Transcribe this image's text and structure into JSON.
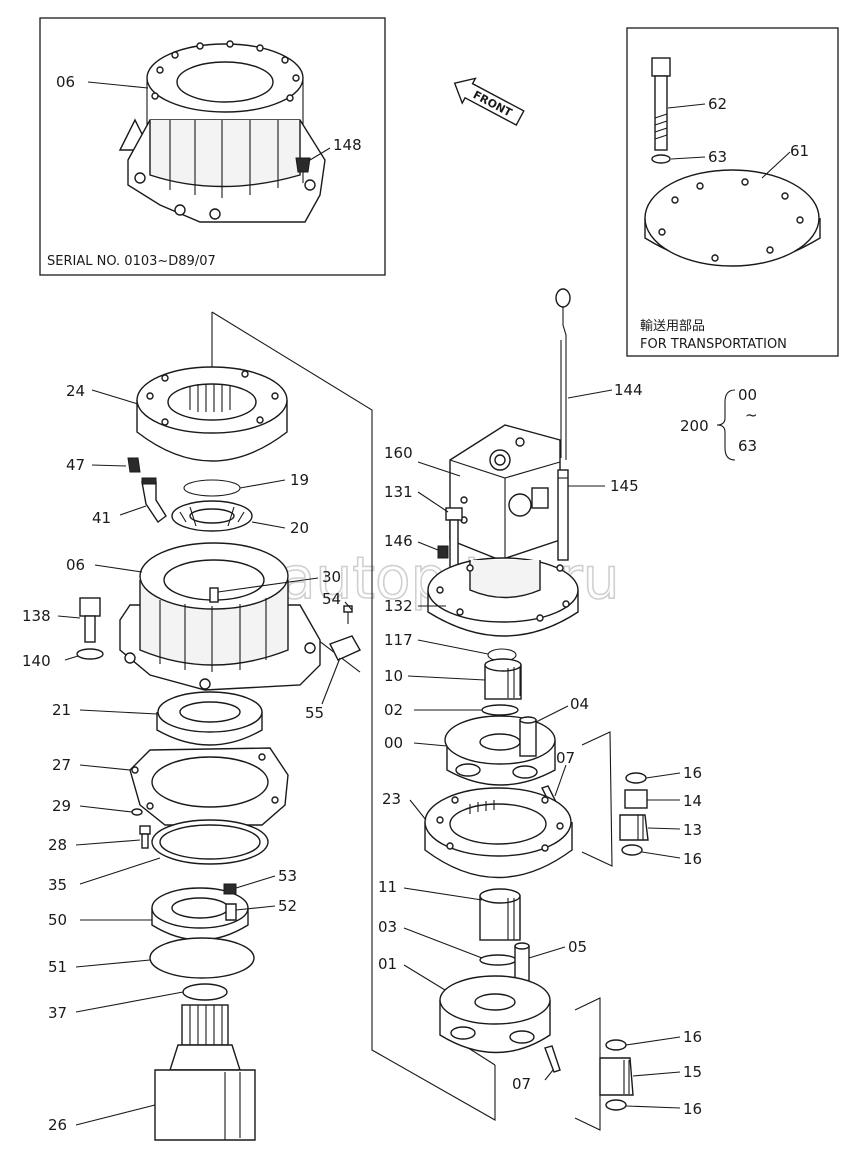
{
  "inset_top_left": {
    "part": "06",
    "detail": "148",
    "serial_caption": "SERIAL NO. 0103~D89/07"
  },
  "inset_top_right": {
    "parts": [
      "62",
      "63",
      "61"
    ],
    "caption_jp": "輸送用部品",
    "caption_en": "FOR TRANSPORTATION"
  },
  "front_arrow": "FRONT",
  "assembly_ref": {
    "number": "200",
    "range_start": "00",
    "range_sep": "~",
    "range_end": "63"
  },
  "watermark": "autopiter.ru",
  "left_labels": {
    "p24": "24",
    "p47": "47",
    "p41": "41",
    "p19": "19",
    "p20": "20",
    "p06": "06",
    "p30": "30",
    "p54": "54",
    "p138": "138",
    "p140": "140",
    "p55": "55",
    "p21": "21",
    "p27": "27",
    "p29": "29",
    "p28": "28",
    "p35": "35",
    "p53": "53",
    "p50": "50",
    "p52": "52",
    "p51": "51",
    "p37": "37",
    "p26": "26"
  },
  "right_labels": {
    "p144": "144",
    "p160": "160",
    "p145": "145",
    "p131": "131",
    "p146": "146",
    "p132": "132",
    "p117": "117",
    "p10": "10",
    "p02": "02",
    "p04": "04",
    "p00": "00",
    "p07a": "07",
    "p16a": "16",
    "p23": "23",
    "p14": "14",
    "p13": "13",
    "p16b": "16",
    "p11": "11",
    "p03": "03",
    "p05": "05",
    "p01": "01",
    "p16c": "16",
    "p15": "15",
    "p07b": "07",
    "p16d": "16"
  }
}
